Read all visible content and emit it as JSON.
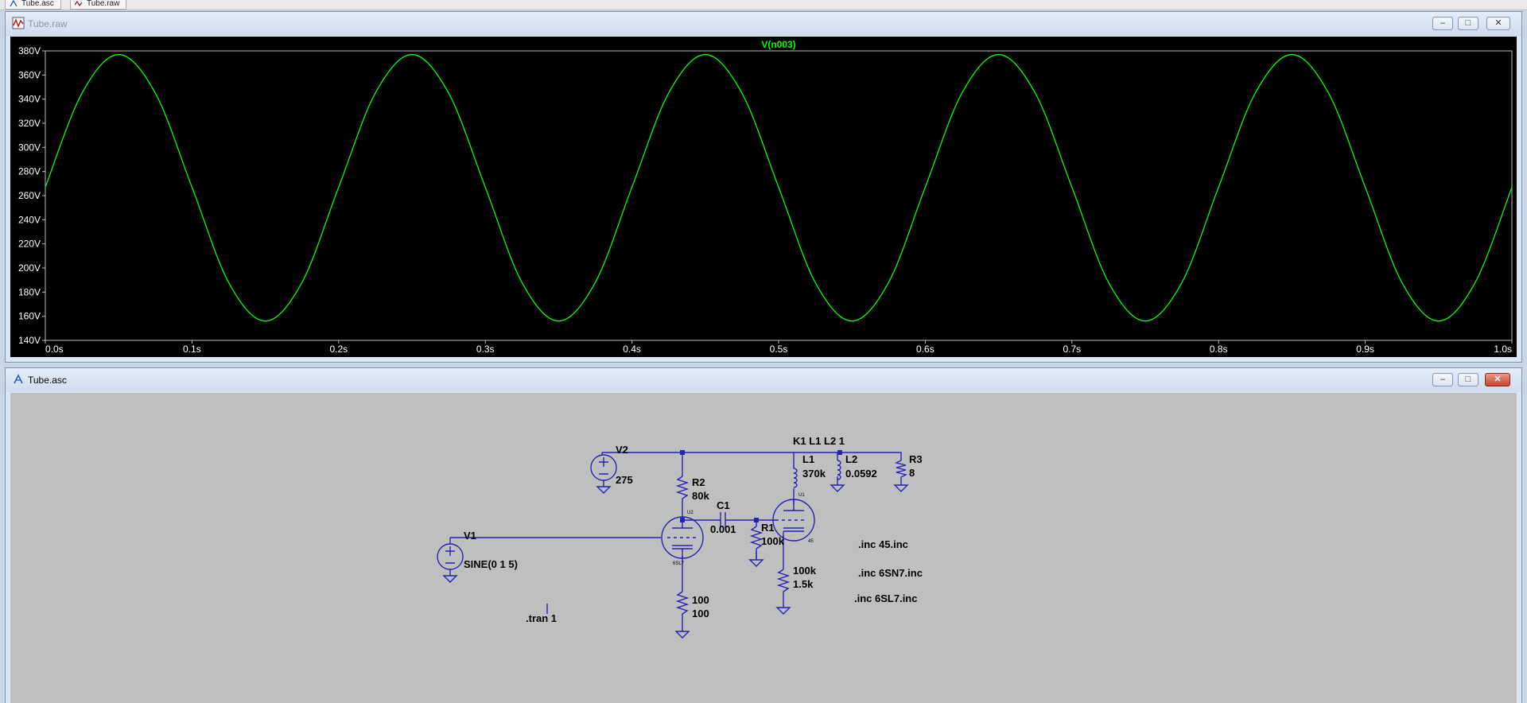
{
  "tabs": [
    {
      "label": "Tube.asc"
    },
    {
      "label": "Tube.raw"
    }
  ],
  "waveform_window": {
    "title": "Tube.raw",
    "trace_label": "V(n003)",
    "trace_color": "#00ff00",
    "buttons": {
      "minimize": "–",
      "restore": "□",
      "close": "✕"
    }
  },
  "chart_data": {
    "type": "line",
    "title": "V(n003)",
    "xlabel": "",
    "ylabel": "",
    "xlim": [
      0.0,
      1.0
    ],
    "ylim": [
      140,
      380
    ],
    "grid": false,
    "x_ticks": [
      "0.0s",
      "0.1s",
      "0.2s",
      "0.3s",
      "0.4s",
      "0.5s",
      "0.6s",
      "0.7s",
      "0.8s",
      "0.9s",
      "1.0s"
    ],
    "y_ticks": [
      "140V",
      "160V",
      "180V",
      "200V",
      "220V",
      "240V",
      "260V",
      "280V",
      "300V",
      "320V",
      "340V",
      "360V",
      "380V"
    ],
    "series": [
      {
        "name": "V(n003)",
        "color": "#00ff00",
        "x": [
          0.0,
          0.025,
          0.05,
          0.075,
          0.1,
          0.125,
          0.15,
          0.175,
          0.2,
          0.225,
          0.25,
          0.275,
          0.3,
          0.325,
          0.35,
          0.375,
          0.4,
          0.425,
          0.45,
          0.475,
          0.5,
          0.525,
          0.55,
          0.575,
          0.6,
          0.625,
          0.65,
          0.675,
          0.7,
          0.725,
          0.75,
          0.775,
          0.8,
          0.825,
          0.85,
          0.875,
          0.9,
          0.925,
          0.95,
          0.975,
          1.0
        ],
        "y": [
          267,
          345,
          377,
          345,
          267,
          188,
          156,
          188,
          267,
          345,
          377,
          345,
          267,
          188,
          156,
          188,
          267,
          345,
          377,
          345,
          267,
          188,
          156,
          188,
          267,
          345,
          377,
          345,
          267,
          188,
          156,
          188,
          267,
          345,
          377,
          345,
          267,
          188,
          156,
          188,
          267
        ]
      }
    ]
  },
  "schematic_window": {
    "title": "Tube.asc",
    "buttons": {
      "minimize": "–",
      "restore": "□",
      "close": "✕"
    },
    "labels": {
      "v1_name": "V1",
      "v1_value": "SINE(0 1 5)",
      "v2_name": "V2",
      "v2_value": "275",
      "r2_name": "R2",
      "r2_value": "80k",
      "c1_name": "C1",
      "c1_value": "0.001",
      "r1_name": "R1",
      "r1_value": "100k",
      "k1": "K1 L1 L2 1",
      "l1_name": "L1",
      "l1_value": "370k",
      "l2_name": "L2",
      "l2_value": "0.0592",
      "r3_name": "R3",
      "r3_value": "8",
      "rk1_name": "100",
      "rk1_value": "100",
      "rk2_name": "100k",
      "rk2_value": "1.5k",
      "u2_ref": "U2",
      "u2_model": "6SL7",
      "u1_ref": "U1",
      "u1_model": "45",
      "inc1": ".inc 45.inc",
      "inc2": ".inc 6SN7.inc",
      "inc3": ".inc 6SL7.inc",
      "tran": ".tran 1"
    }
  }
}
